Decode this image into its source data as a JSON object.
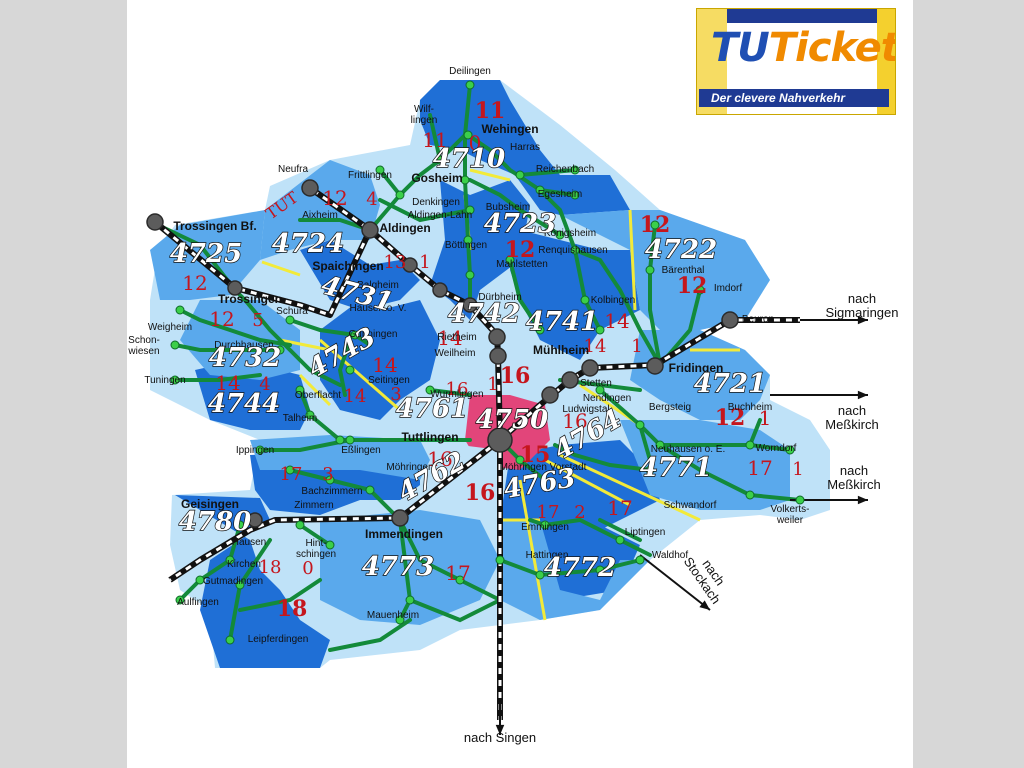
{
  "colors": {
    "dark": "#1f6fd6",
    "mid": "#5aa9ec",
    "light": "#bfe2f8",
    "pink": "#e2457a",
    "line": "#138a3a",
    "rail": "#ffffff",
    "zone_text": "#ffffff",
    "ring_text": "#c5161d",
    "yellow": "#f2ea3a"
  },
  "logo": {
    "brand_part1": "TU",
    "brand_part2": "Ticket",
    "tagline": "Der clevere Nahverkehr"
  },
  "zones": [
    {
      "id": "z4710",
      "label": "4710"
    },
    {
      "id": "z4721",
      "label": "4721"
    },
    {
      "id": "z4722",
      "label": "4722"
    },
    {
      "id": "z4723",
      "label": "4723"
    },
    {
      "id": "z4724",
      "label": "4724"
    },
    {
      "id": "z4725",
      "label": "4725"
    },
    {
      "id": "z4731",
      "label": "4731"
    },
    {
      "id": "z4732",
      "label": "4732"
    },
    {
      "id": "z4741",
      "label": "4741"
    },
    {
      "id": "z4742",
      "label": "4742"
    },
    {
      "id": "z4743",
      "label": "4743"
    },
    {
      "id": "z4744",
      "label": "4744"
    },
    {
      "id": "z4750",
      "label": "4750"
    },
    {
      "id": "z4761",
      "label": "4761"
    },
    {
      "id": "z4762",
      "label": "4762"
    },
    {
      "id": "z4763",
      "label": "4763"
    },
    {
      "id": "z4764",
      "label": "4764"
    },
    {
      "id": "z4771",
      "label": "4771"
    },
    {
      "id": "z4772",
      "label": "4772"
    },
    {
      "id": "z4773",
      "label": "4773"
    },
    {
      "id": "z4780",
      "label": "4780"
    }
  ],
  "places": [
    {
      "id": "deilingen",
      "label": "Deilingen",
      "bold": false
    },
    {
      "id": "wilflingen",
      "label": "Wilf-\nlingen",
      "bold": false
    },
    {
      "id": "wehingen",
      "label": "Wehingen",
      "bold": true
    },
    {
      "id": "harras",
      "label": "Harras",
      "bold": false
    },
    {
      "id": "reichenbach",
      "label": "Reichenbach",
      "bold": false
    },
    {
      "id": "egesheim",
      "label": "Egesheim",
      "bold": false
    },
    {
      "id": "gosheim",
      "label": "Gosheim",
      "bold": true
    },
    {
      "id": "neufra",
      "label": "Neufra",
      "bold": false
    },
    {
      "id": "frittlingen",
      "label": "Frittlingen",
      "bold": false
    },
    {
      "id": "denkingen",
      "label": "Denkingen",
      "bold": false
    },
    {
      "id": "aldingen_lahn",
      "label": "Aldingen-Lahn",
      "bold": false
    },
    {
      "id": "bubsheim",
      "label": "Bubsheim",
      "bold": false
    },
    {
      "id": "koenigsheim",
      "label": "Königsheim",
      "bold": false
    },
    {
      "id": "aixheim",
      "label": "Aixheim",
      "bold": false
    },
    {
      "id": "aldingen",
      "label": "Aldingen",
      "bold": true
    },
    {
      "id": "trossingen_bf",
      "label": "Trossingen Bf.",
      "bold": true
    },
    {
      "id": "boettingen",
      "label": "Böttingen",
      "bold": false
    },
    {
      "id": "renquishausen",
      "label": "Renquishausen",
      "bold": false
    },
    {
      "id": "mahlstetten",
      "label": "Mahlstetten",
      "bold": false
    },
    {
      "id": "spaichingen",
      "label": "Spaichingen",
      "bold": true
    },
    {
      "id": "baerenthal",
      "label": "Bärenthal",
      "bold": false
    },
    {
      "id": "balgheim",
      "label": "Balgheim",
      "bold": false
    },
    {
      "id": "imdorf",
      "label": "Imdorf",
      "bold": false
    },
    {
      "id": "trossingen",
      "label": "Trossingen",
      "bold": true
    },
    {
      "id": "duerbheim",
      "label": "Dürbheim",
      "bold": false
    },
    {
      "id": "hausen_ov",
      "label": "Hausen o. V.",
      "bold": false
    },
    {
      "id": "kolbingen",
      "label": "Kolbingen",
      "bold": false
    },
    {
      "id": "beuron",
      "label": "Beuron",
      "bold": false
    },
    {
      "id": "weigheim",
      "label": "Weigheim",
      "bold": false
    },
    {
      "id": "schura",
      "label": "Schura",
      "bold": false
    },
    {
      "id": "gunningen",
      "label": "Gunningen",
      "bold": false
    },
    {
      "id": "rietheim",
      "label": "Rietheim",
      "bold": false
    },
    {
      "id": "weilheim",
      "label": "Weilheim",
      "bold": false
    },
    {
      "id": "muehlheim",
      "label": "Mühlheim",
      "bold": true
    },
    {
      "id": "schonwiesen",
      "label": "Schon-\nwiesen",
      "bold": false
    },
    {
      "id": "durchhausen",
      "label": "Durchhausen",
      "bold": false
    },
    {
      "id": "seitingen",
      "label": "Seitingen",
      "bold": false
    },
    {
      "id": "stetten",
      "label": "Stetten",
      "bold": false
    },
    {
      "id": "fridingen",
      "label": "Fridingen",
      "bold": true
    },
    {
      "id": "tuningen",
      "label": "Tuningen",
      "bold": false
    },
    {
      "id": "oberflacht",
      "label": "Oberflacht",
      "bold": false
    },
    {
      "id": "wurmlingen",
      "label": "Wurmlingen",
      "bold": false
    },
    {
      "id": "nendingen",
      "label": "Nendingen",
      "bold": false
    },
    {
      "id": "ludwigstal",
      "label": "Ludwigstal",
      "bold": false
    },
    {
      "id": "bergsteig",
      "label": "Bergsteig",
      "bold": false
    },
    {
      "id": "buchheim",
      "label": "Buchheim",
      "bold": false
    },
    {
      "id": "talheim",
      "label": "Talheim",
      "bold": false
    },
    {
      "id": "tuttlingen",
      "label": "Tuttlingen",
      "bold": true
    },
    {
      "id": "ippingen",
      "label": "Ippingen",
      "bold": false
    },
    {
      "id": "esslingen",
      "label": "Eßlingen",
      "bold": false
    },
    {
      "id": "neuhausen_oe",
      "label": "Neuhausen o. E.",
      "bold": false
    },
    {
      "id": "worndorf",
      "label": "Worndorf",
      "bold": false
    },
    {
      "id": "moehringen",
      "label": "Möhringen",
      "bold": false
    },
    {
      "id": "moehringen_vorstadt",
      "label": "Möhringen Vorstadt",
      "bold": false
    },
    {
      "id": "bachzimmern",
      "label": "Bachzimmern",
      "bold": false
    },
    {
      "id": "schwandorf",
      "label": "Schwandorf",
      "bold": false
    },
    {
      "id": "zimmern",
      "label": "Zimmern",
      "bold": false
    },
    {
      "id": "geisingen",
      "label": "Geisingen",
      "bold": true
    },
    {
      "id": "immendingen",
      "label": "Immendingen",
      "bold": true
    },
    {
      "id": "emmingen",
      "label": "Emmingen",
      "bold": false
    },
    {
      "id": "liptingen",
      "label": "Liptingen",
      "bold": false
    },
    {
      "id": "volkertsweiler",
      "label": "Volkerts-\nweiler",
      "bold": false
    },
    {
      "id": "hausen",
      "label": "Hausen",
      "bold": false
    },
    {
      "id": "hintschingen",
      "label": "Hint-\nschingen",
      "bold": false
    },
    {
      "id": "kirchen",
      "label": "Kirchen",
      "bold": false
    },
    {
      "id": "gutmadingen",
      "label": "Gutmadingen",
      "bold": false
    },
    {
      "id": "hattingen",
      "label": "Hattingen",
      "bold": false
    },
    {
      "id": "waldhof",
      "label": "Waldhof",
      "bold": false
    },
    {
      "id": "aulfingen",
      "label": "Aulfingen",
      "bold": false
    },
    {
      "id": "mauenheim",
      "label": "Mauenheim",
      "bold": false
    },
    {
      "id": "leipferdingen",
      "label": "Leipferdingen",
      "bold": false
    }
  ],
  "rings": [
    "11",
    "11",
    "0",
    "12",
    "4",
    "13",
    "1",
    "12",
    "12",
    "12",
    "2",
    "12",
    "12",
    "12",
    "5",
    "12",
    "14",
    "14",
    "14",
    "4",
    "14",
    "3",
    "14",
    "1",
    "16",
    "1",
    "16",
    "16",
    "15",
    "16",
    "16",
    "12",
    "1",
    "17",
    "3",
    "16",
    "17",
    "2",
    "17",
    "17",
    "1",
    "18",
    "0",
    "17",
    "18",
    "14",
    "1",
    "TUT"
  ],
  "directions": [
    {
      "id": "sigmaringen",
      "label": "nach\nSigmaringen"
    },
    {
      "id": "messkirch_1",
      "label": "nach\nMeßkirch"
    },
    {
      "id": "messkirch_2",
      "label": "nach\nMeßkirch"
    },
    {
      "id": "stockach",
      "label": "nach\nStockach"
    },
    {
      "id": "singen",
      "label": "nach Singen"
    }
  ]
}
